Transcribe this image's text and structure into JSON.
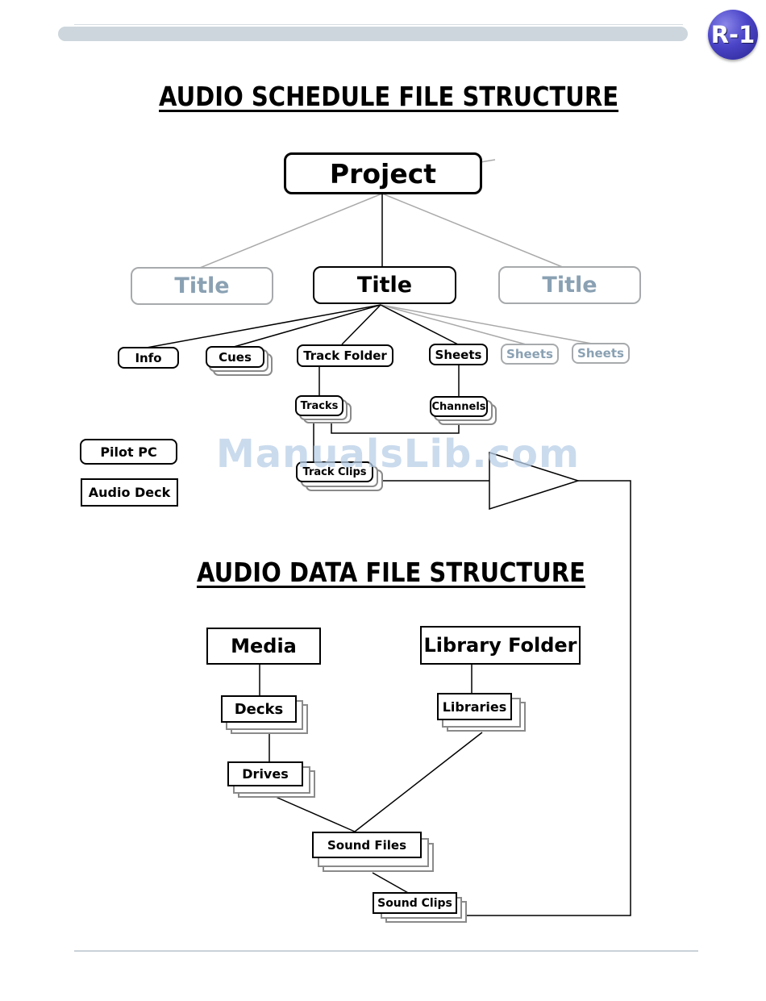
{
  "header": {
    "logo_text": "R-1"
  },
  "schedule": {
    "heading": "AUDIO SCHEDULE FILE STRUCTURE",
    "project": "Project",
    "title_left": "Title",
    "title_center": "Title",
    "title_right": "Title",
    "info": "Info",
    "cues": "Cues",
    "track_folder": "Track Folder",
    "sheets": "Sheets",
    "sheets_ghost_1": "Sheets",
    "sheets_ghost_2": "Sheets",
    "tracks": "Tracks",
    "channels": "Channels",
    "track_clips": "Track Clips"
  },
  "legend": {
    "pilot_pc": "Pilot PC",
    "audio_deck": "Audio Deck"
  },
  "data": {
    "heading": "AUDIO DATA FILE STRUCTURE",
    "media": "Media",
    "library_folder": "Library Folder",
    "decks": "Decks",
    "libraries": "Libraries",
    "drives": "Drives",
    "sound_files": "Sound Files",
    "sound_clips": "Sound Clips"
  },
  "watermark": "ManualsLib.com",
  "colors": {
    "ghost_text": "#8aa1b3",
    "header_bar": "#cdd6dc",
    "logo": "#4b45c8"
  }
}
